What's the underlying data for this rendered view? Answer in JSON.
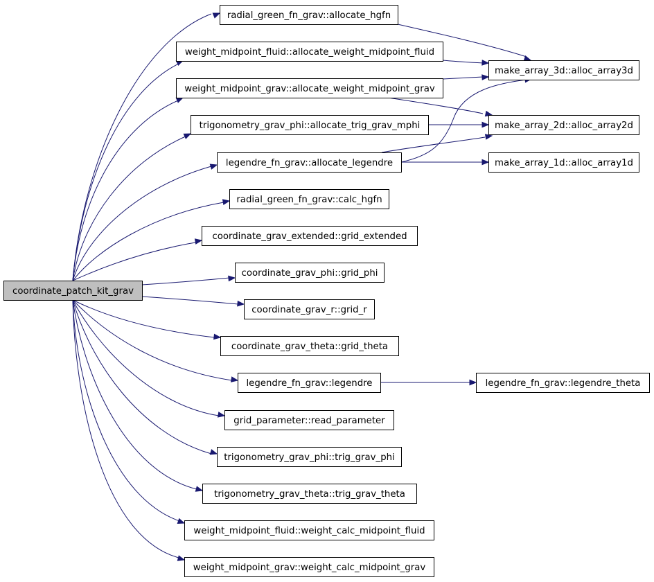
{
  "graph": {
    "root": "coordinate_patch_kit_grav",
    "nodes": [
      {
        "id": "root",
        "label": "coordinate_patch_kit_grav"
      },
      {
        "id": "n1",
        "label": "radial_green_fn_grav::allocate_hgfn"
      },
      {
        "id": "n2",
        "label": "weight_midpoint_fluid::allocate_weight_midpoint_fluid"
      },
      {
        "id": "n3",
        "label": "weight_midpoint_grav::allocate_weight_midpoint_grav"
      },
      {
        "id": "n4",
        "label": "trigonometry_grav_phi::allocate_trig_grav_mphi"
      },
      {
        "id": "n5",
        "label": "legendre_fn_grav::allocate_legendre"
      },
      {
        "id": "n6",
        "label": "radial_green_fn_grav::calc_hgfn"
      },
      {
        "id": "n7",
        "label": "coordinate_grav_extended::grid_extended"
      },
      {
        "id": "n8",
        "label": "coordinate_grav_phi::grid_phi"
      },
      {
        "id": "n9",
        "label": "coordinate_grav_r::grid_r"
      },
      {
        "id": "n10",
        "label": "coordinate_grav_theta::grid_theta"
      },
      {
        "id": "n11",
        "label": "legendre_fn_grav::legendre"
      },
      {
        "id": "n12",
        "label": "grid_parameter::read_parameter"
      },
      {
        "id": "n13",
        "label": "trigonometry_grav_phi::trig_grav_phi"
      },
      {
        "id": "n14",
        "label": "trigonometry_grav_theta::trig_grav_theta"
      },
      {
        "id": "n15",
        "label": "weight_midpoint_fluid::weight_calc_midpoint_fluid"
      },
      {
        "id": "n16",
        "label": "weight_midpoint_grav::weight_calc_midpoint_grav"
      },
      {
        "id": "a3d",
        "label": "make_array_3d::alloc_array3d"
      },
      {
        "id": "a2d",
        "label": "make_array_2d::alloc_array2d"
      },
      {
        "id": "a1d",
        "label": "make_array_1d::alloc_array1d"
      },
      {
        "id": "lt",
        "label": "legendre_fn_grav::legendre_theta"
      }
    ],
    "edges": [
      {
        "from": "root",
        "to": "n1"
      },
      {
        "from": "root",
        "to": "n2"
      },
      {
        "from": "root",
        "to": "n3"
      },
      {
        "from": "root",
        "to": "n4"
      },
      {
        "from": "root",
        "to": "n5"
      },
      {
        "from": "root",
        "to": "n6"
      },
      {
        "from": "root",
        "to": "n7"
      },
      {
        "from": "root",
        "to": "n8"
      },
      {
        "from": "root",
        "to": "n9"
      },
      {
        "from": "root",
        "to": "n10"
      },
      {
        "from": "root",
        "to": "n11"
      },
      {
        "from": "root",
        "to": "n12"
      },
      {
        "from": "root",
        "to": "n13"
      },
      {
        "from": "root",
        "to": "n14"
      },
      {
        "from": "root",
        "to": "n15"
      },
      {
        "from": "root",
        "to": "n16"
      },
      {
        "from": "n1",
        "to": "a3d"
      },
      {
        "from": "n2",
        "to": "a3d"
      },
      {
        "from": "n3",
        "to": "a3d"
      },
      {
        "from": "n3",
        "to": "a2d"
      },
      {
        "from": "n4",
        "to": "a2d"
      },
      {
        "from": "n5",
        "to": "a2d"
      },
      {
        "from": "n5",
        "to": "a3d"
      },
      {
        "from": "n5",
        "to": "a1d"
      },
      {
        "from": "n11",
        "to": "lt"
      }
    ]
  }
}
